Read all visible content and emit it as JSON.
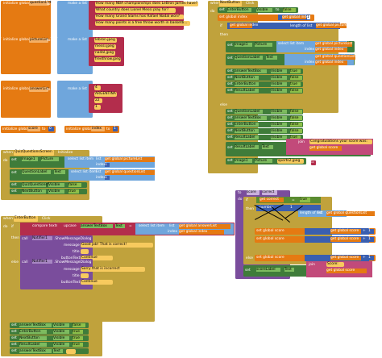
{
  "blocks": {
    "question_list": {
      "keyword": "initialize global",
      "var": "questionList",
      "to": "to",
      "make": "make a list",
      "items": [
        "How many NBA championships does LeBron James have?",
        "What country does Lionel Messi play for?",
        "How many Grand Slams has Rafael Nadal won?",
        "How many points is a free throw worth in basketb..."
      ]
    },
    "picture_list": {
      "keyword": "initialize global",
      "var": "pictureList",
      "to": "to",
      "make": "make a list",
      "items": [
        "lebron.jpeg",
        "messi.jpeg",
        "nadal.jpeg",
        "freethrow.jpeg"
      ]
    },
    "answer_list": {
      "keyword": "initialize global",
      "var": "answerList",
      "to": "to",
      "make": "make a list",
      "items": [
        "4",
        "ARGENTINA",
        "22",
        "1"
      ]
    },
    "score_init": {
      "keyword": "initialize global",
      "var": "score",
      "to": "to",
      "value": "0"
    },
    "index_init": {
      "keyword": "initialize global",
      "var": "index",
      "to": "to",
      "value": "1"
    },
    "next_click": {
      "when": "when",
      "comp": "NextButton",
      "evt": "Click",
      "do": "do",
      "lines": [
        "set",
        "EnterButton",
        "Visible",
        "to",
        "false",
        "set global index",
        "get global index",
        "1",
        "if",
        "length of list",
        "list",
        "get global pictureList",
        "then",
        "Image1",
        "Picture",
        "select list item",
        "index",
        "QuestionLabel",
        "Text",
        "get global questionList",
        "answerTextBox",
        "NextButton",
        "true",
        "else",
        "ResultLabel",
        "Congratulations your score was:",
        "join",
        "get global score",
        "sports2.jpeg",
        "",
        "ok"
      ]
    },
    "init_screen": {
      "when": "when",
      "comp": "QuizQuestionsScreen",
      "evt": "Initialize",
      "do": "do",
      "set": "set",
      "lines": [
        "Image1",
        "Picture",
        "select list item",
        "list",
        "get global pictureList",
        "index",
        "1",
        "QuestionLabel",
        "Text",
        "get global questionList",
        "Visible",
        "false",
        "NextButton",
        "true"
      ]
    },
    "enter_click": {
      "when": "when",
      "comp": "EnterButton",
      "evt": "Click",
      "do": "do",
      "lines": [
        "if",
        "compare texts",
        "upcase",
        "answerTextBox",
        "Text",
        "=",
        "select list item",
        "list",
        "get global answerList",
        "index",
        "get global index",
        "then",
        "call",
        "Notifier1",
        ".ShowMessageDialog",
        "message",
        "Good job! That is correct!",
        "title",
        "buttonText",
        "Continue",
        "else",
        "Sorry that is incorrect",
        "set",
        "answerTextBox",
        "Visible",
        "false",
        "EnterButton",
        "true",
        "NextButton",
        "ResultLabel"
      ]
    },
    "correct_proc": {
      "to": "to",
      "name": "score",
      "param": "correct",
      "do": "do",
      "lines": [
        "if",
        "get correct",
        "=",
        "true",
        "then",
        "number",
        "1",
        "length of list",
        "list",
        "get global questionList",
        "set global score",
        "get global score",
        "+",
        "1",
        "else",
        "scoreLabel",
        "Text",
        "join",
        "Score:",
        "get global score"
      ]
    }
  },
  "colors": {
    "global": "#e57a12",
    "list": "#6fa6dc",
    "text": "#b32d4c",
    "control": "#c0a23c",
    "set": "#3f7c3a",
    "call": "#7a4d9c"
  }
}
